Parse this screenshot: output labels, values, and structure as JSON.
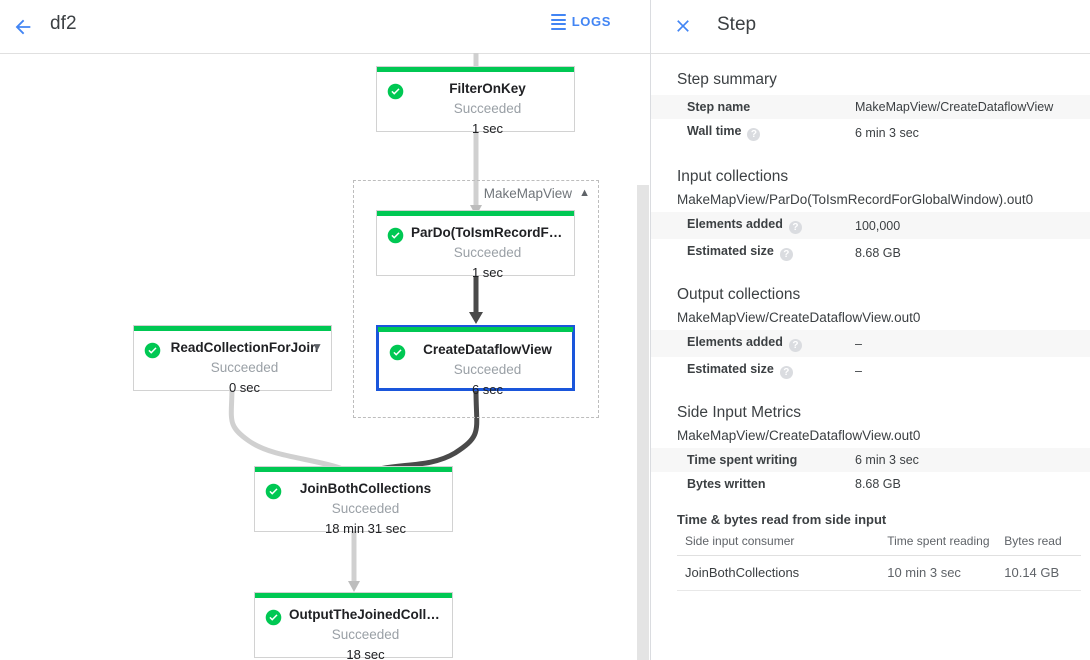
{
  "topbar": {
    "back_icon": "arrow-back-icon",
    "job_name": "df2",
    "logs_label": "LOGS",
    "logs_icon": "hamburger-icon"
  },
  "graph": {
    "group": {
      "label": "MakeMapView",
      "collapse_icon": "chevron-up-icon"
    },
    "nodes": [
      {
        "id": "filter-on-key",
        "name": "FilterOnKey",
        "status": "Succeeded",
        "duration": "1 sec",
        "status_icon": "check-circle-icon",
        "selected": false,
        "chevron": null
      },
      {
        "id": "pardo-toismrecordfor",
        "name": "ParDo(ToIsmRecordFor…",
        "status": "Succeeded",
        "duration": "1 sec",
        "status_icon": "check-circle-icon",
        "selected": false,
        "chevron": null
      },
      {
        "id": "create-dataflow-view",
        "name": "CreateDataflowView",
        "status": "Succeeded",
        "duration": "6 sec",
        "status_icon": "check-circle-icon",
        "selected": true,
        "chevron": null
      },
      {
        "id": "read-collection-for-join",
        "name": "ReadCollectionForJoin",
        "status": "Succeeded",
        "duration": "0 sec",
        "status_icon": "check-circle-icon",
        "selected": false,
        "chevron": "chevron-down-icon"
      },
      {
        "id": "join-both-collections",
        "name": "JoinBothCollections",
        "status": "Succeeded",
        "duration": "18 min 31 sec",
        "status_icon": "check-circle-icon",
        "selected": false,
        "chevron": null
      },
      {
        "id": "output-the-joined-collec",
        "name": "OutputTheJoinedCollec…",
        "status": "Succeeded",
        "duration": "18 sec",
        "status_icon": "check-circle-icon",
        "selected": false,
        "chevron": null
      }
    ],
    "colors": {
      "status_bar": "#00c853",
      "selected_border": "#1a56db",
      "edge_normal": "#d0d0d0",
      "edge_highlight": "#4a4a4a"
    }
  },
  "detail": {
    "close_icon": "close-icon",
    "title": "Step",
    "step_summary": {
      "title": "Step summary",
      "rows": [
        {
          "key": "Step name",
          "value": "MakeMapView/CreateDataflowView",
          "help": false
        },
        {
          "key": "Wall time",
          "value": "6 min 3 sec",
          "help": true
        }
      ]
    },
    "input_collections": {
      "title": "Input collections",
      "collection": "MakeMapView/ParDo(ToIsmRecordForGlobalWindow).out0",
      "rows": [
        {
          "key": "Elements added",
          "value": "100,000",
          "help": true
        },
        {
          "key": "Estimated size",
          "value": "8.68 GB",
          "help": true
        }
      ]
    },
    "output_collections": {
      "title": "Output collections",
      "collection": "MakeMapView/CreateDataflowView.out0",
      "rows": [
        {
          "key": "Elements added",
          "value": "–",
          "help": true
        },
        {
          "key": "Estimated size",
          "value": "–",
          "help": true
        }
      ]
    },
    "side_input_metrics": {
      "title": "Side Input Metrics",
      "collection": "MakeMapView/CreateDataflowView.out0",
      "rows": [
        {
          "key": "Time spent writing",
          "value": "6 min 3 sec",
          "help": false
        },
        {
          "key": "Bytes written",
          "value": "8.68 GB",
          "help": false
        }
      ]
    },
    "side_input_table": {
      "title": "Time & bytes read from side input",
      "columns": [
        "Side input consumer",
        "Time spent reading",
        "Bytes read"
      ],
      "rows": [
        [
          "JoinBothCollections",
          "10 min 3 sec",
          "10.14 GB"
        ]
      ]
    }
  }
}
